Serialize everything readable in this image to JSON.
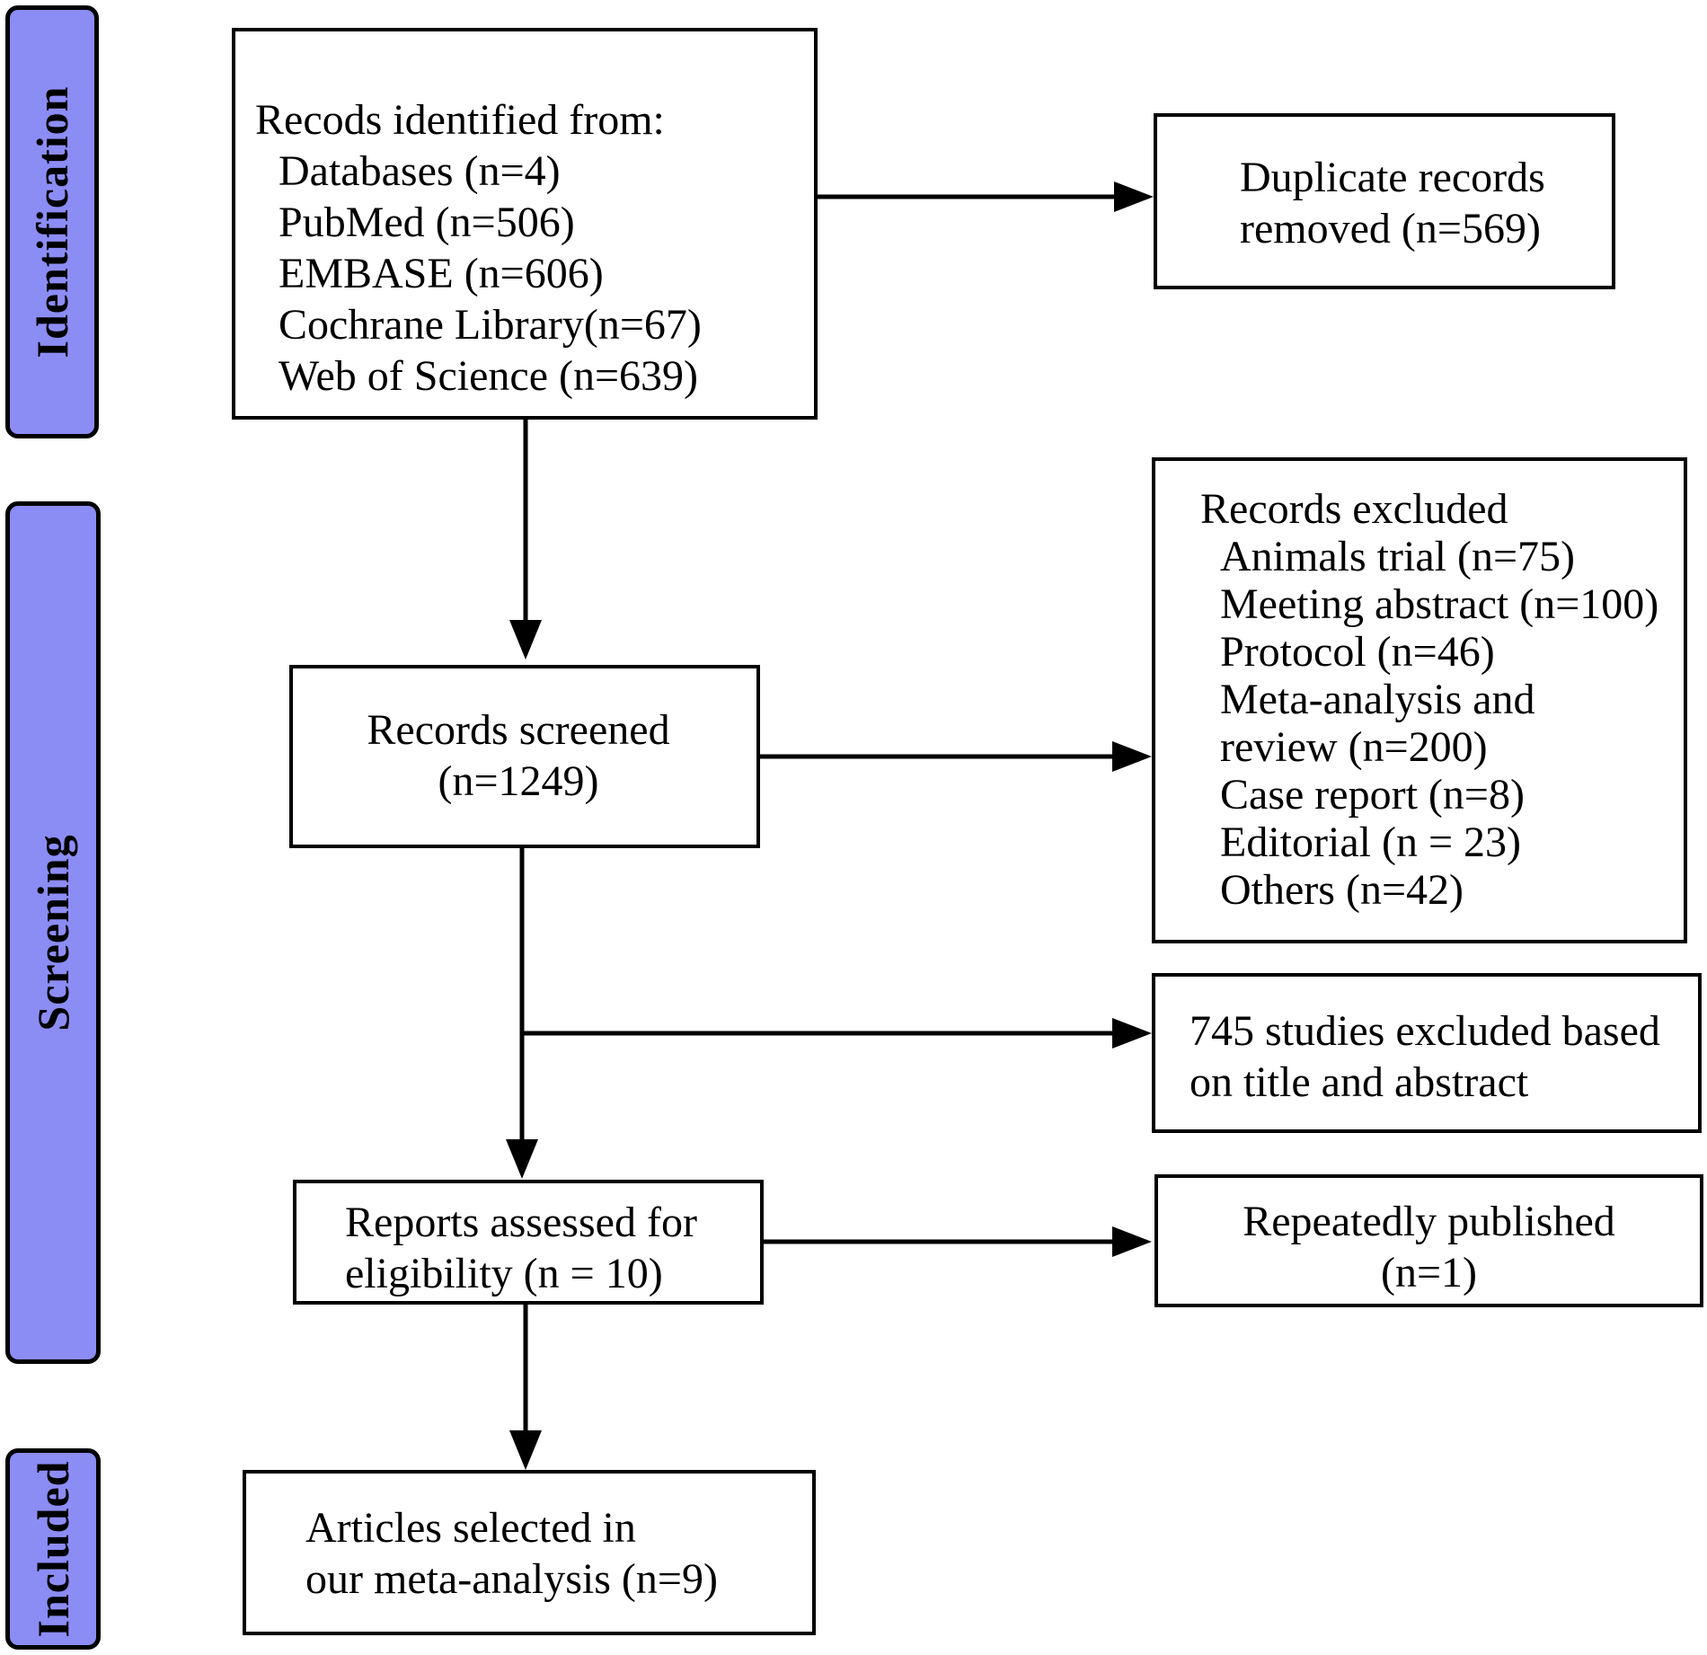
{
  "phases": {
    "identification": "Identification",
    "screening": "Screening",
    "included": "Included"
  },
  "boxes": {
    "identified": {
      "heading": "Recods identified from:",
      "lines": [
        "Databases (n=4)",
        "PubMed (n=506)",
        "EMBASE (n=606)",
        "Cochrane Library(n=67)",
        "Web of Science  (n=639)"
      ]
    },
    "duplicates": {
      "lines": [
        "Duplicate records",
        "removed (n=569)"
      ]
    },
    "screened": {
      "lines": [
        "Records screened",
        "(n=1249)"
      ]
    },
    "excluded": {
      "heading": "Records excluded",
      "lines": [
        "Animals trial (n=75)",
        "Meeting abstract (n=100)",
        "Protocol (n=46)",
        "Meta-analysis and",
        "review (n=200)",
        "Case report (n=8)",
        "Editorial (n = 23)",
        "Others (n=42)"
      ]
    },
    "title_abstract": {
      "lines": [
        "745 studies excluded based",
        "on title and abstract"
      ]
    },
    "assessed": {
      "lines": [
        "Reports assessed for",
        "eligibility (n = 10)"
      ]
    },
    "repeated": {
      "lines": [
        "Repeatedly published",
        "(n=1)"
      ]
    },
    "selected": {
      "lines": [
        "Articles selected  in",
        "our meta-analysis (n=9)"
      ]
    }
  },
  "colors": {
    "phase_fill": "#8c8cf5",
    "stroke": "#000000",
    "box_fill": "#ffffff"
  }
}
